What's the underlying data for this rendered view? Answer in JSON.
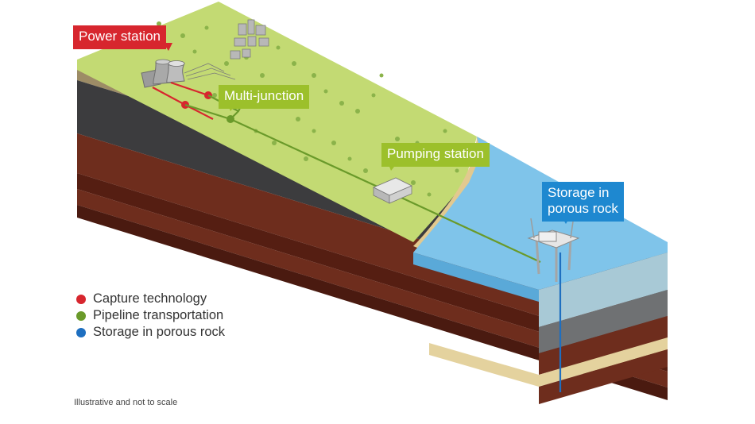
{
  "callouts": {
    "power_station": "Power station",
    "multi_junction": "Multi-junction",
    "pumping_station": "Pumping station",
    "storage_line1": "Storage in",
    "storage_line2": "porous rock"
  },
  "legend": [
    {
      "label": "Capture technology",
      "color": "#d7262e"
    },
    {
      "label": "Pipeline transportation",
      "color": "#6a9a2a"
    },
    {
      "label": "Storage in porous rock",
      "color": "#1e6fc0"
    }
  ],
  "footnote": "Illustrative and not to scale",
  "colors": {
    "capture": "#d7262e",
    "pipeline": "#6a9a2a",
    "storage": "#1e88d0",
    "grass": "#c3da73",
    "sea": "#7fc4ea"
  }
}
